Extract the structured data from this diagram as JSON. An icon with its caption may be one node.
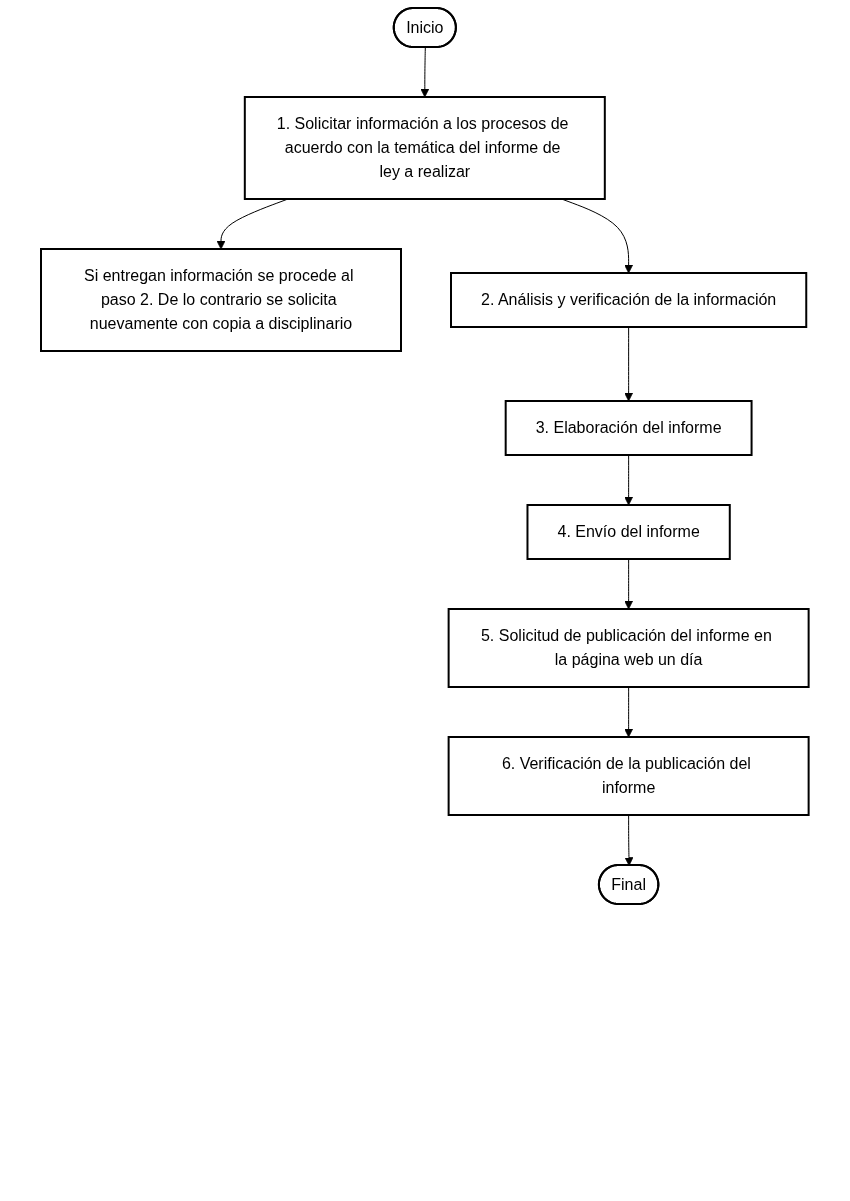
{
  "diagram": {
    "nodes": [
      {
        "text": [
          "Inicio"
        ]
      },
      {
        "text": [
          "1. Solicitar información a los procesos de acuerdo con la temática del informe de ley a realizar"
        ]
      },
      {
        "text": [
          "Si entregan información se procede al paso 2. De lo contrario se solicita nuevamente con copia a disciplinario"
        ]
      },
      {
        "text": [
          "2. Análisis y verificación de la información"
        ]
      },
      {
        "text": [
          "3. Elaboración del informe"
        ]
      },
      {
        "text": [
          "4. Envío del informe"
        ]
      },
      {
        "text": [
          "5. Solicitud de publicación del informe en la página web un día"
        ]
      },
      {
        "text": [
          "6. Verificación de la publicación del informe"
        ]
      },
      {
        "text": [
          "Final"
        ]
      }
    ],
    "edges": [
      {
        "from": 0,
        "to": 1,
        "arrow": "to"
      },
      {
        "from": 1,
        "to": 2,
        "arrow": "to"
      },
      {
        "from": 1,
        "to": 3,
        "arrow": "to"
      },
      {
        "from": 3,
        "to": 4,
        "arrow": "to"
      },
      {
        "from": 4,
        "to": 5,
        "arrow": "to"
      },
      {
        "from": 5,
        "to": 6,
        "arrow": "to"
      },
      {
        "from": 6,
        "to": 7,
        "arrow": "to"
      },
      {
        "from": 7,
        "to": 8,
        "arrow": "to"
      }
    ]
  }
}
